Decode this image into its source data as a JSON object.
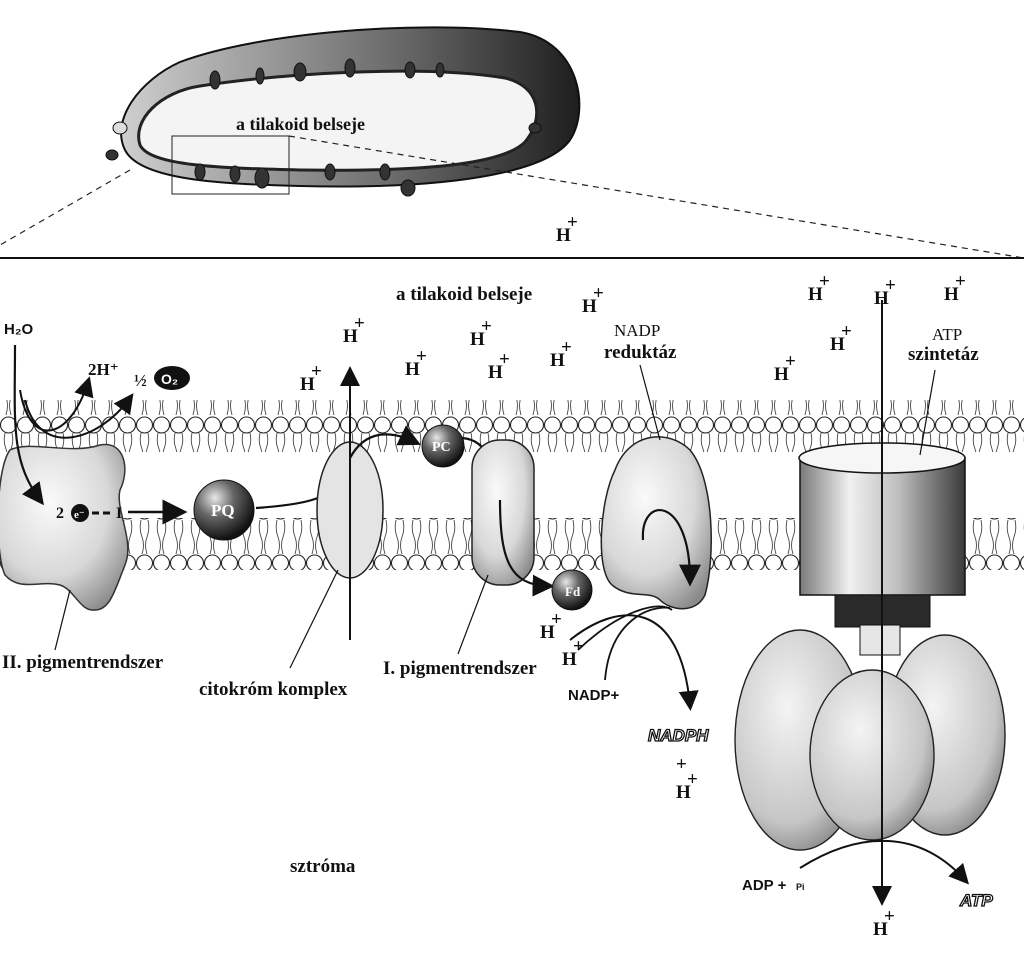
{
  "overview": {
    "lumen_label": "a tilakoid belseje"
  },
  "main": {
    "lumen_label": "a tilakoid belseje",
    "stroma_label": "sztróma",
    "h_plus": "H",
    "plus": "+",
    "water": "H₂O",
    "two_h_plus": "2H⁺",
    "half": "½",
    "oxygen": "O₂",
    "electron_count": "2",
    "electron": "e⁻",
    "one": "I",
    "pq": "PQ",
    "pc": "PC",
    "fd": "Fd",
    "psii_label": "II. pigmentrendszer",
    "cyt_label": "citokróm komplex",
    "psi_label": "I. pigmentrendszer",
    "nadp_reductase_line1": "NADP",
    "nadp_reductase_line2": "reduktáz",
    "atp_synthase_line1": "ATP",
    "atp_synthase_line2": "szintetáz",
    "nadp_plus": "NADP+",
    "nadph": "NADPH",
    "adp": "ADP +",
    "pi": "Pi",
    "atp": "ATP"
  }
}
